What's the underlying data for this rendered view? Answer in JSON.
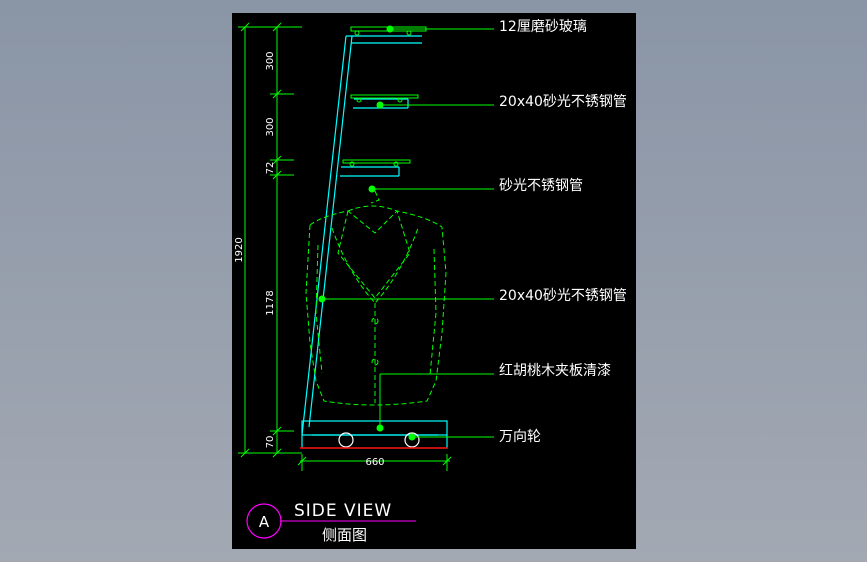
{
  "drawing": {
    "annotations": [
      "12厘磨砂玻璃",
      "20x40砂光不锈钢管",
      "砂光不锈钢管",
      "20x40砂光不锈钢管",
      "红胡桃木夹板清漆",
      "万向轮"
    ],
    "dimensions": {
      "total_height": "1920",
      "seg_top": "300",
      "seg_second": "300",
      "seg_small": "72",
      "seg_main": "1178",
      "seg_base": "70",
      "width": "660"
    },
    "title_block": {
      "marker": "A",
      "title_en": "SIDE  VIEW",
      "title_cn": "侧面图"
    }
  },
  "colors": {
    "background": "#000000",
    "viewport": "#8c96a6",
    "frame": "#00ffff",
    "dimension": "#00ff00",
    "leader_dot": "#00ff00",
    "garment": "#00ff00",
    "marker_circle": "#ff00ff",
    "floor_line": "#ff0000",
    "text": "#ffffff"
  }
}
